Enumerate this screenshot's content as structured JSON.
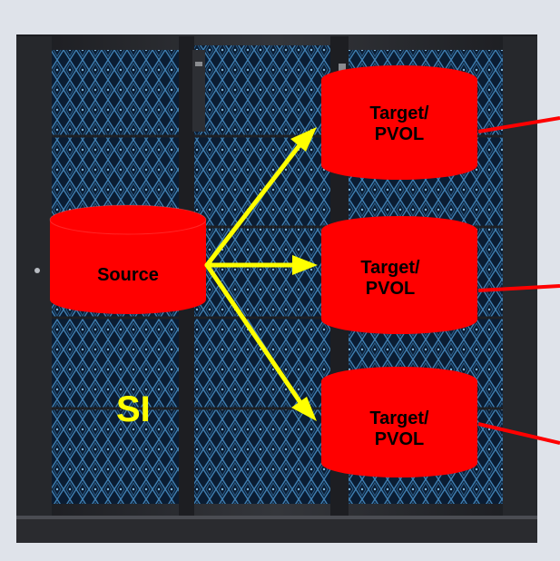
{
  "diagram": {
    "source": {
      "label": "Source"
    },
    "targets": [
      {
        "line1": "Target/",
        "line2": "PVOL"
      },
      {
        "line1": "Target/",
        "line2": "PVOL"
      },
      {
        "line1": "Target/",
        "line2": "PVOL"
      }
    ],
    "replication_label": "SI",
    "colors": {
      "cylinder": "#ff0000",
      "arrow": "#ffff00",
      "link_line": "#ff0000",
      "si_text": "#ffff00",
      "cabinet_frame": "#2a2c30",
      "panel_dark": "#0b1d33",
      "panel_light": "#4b88b8"
    }
  }
}
